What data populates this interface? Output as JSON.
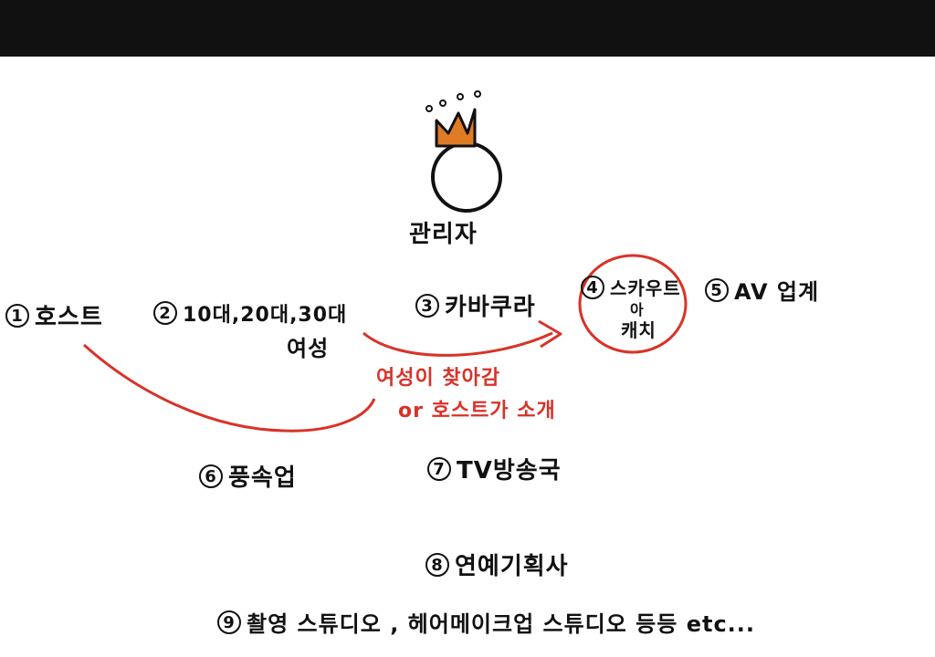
{
  "center": {
    "label": "관리자"
  },
  "nodes": [
    {
      "num": "1",
      "label": "호스트"
    },
    {
      "num": "2",
      "label": "10대,20대,30대",
      "label2": "여성"
    },
    {
      "num": "3",
      "label": "카바쿠라"
    },
    {
      "num": "4",
      "label": "스카우트",
      "label2": "아",
      "label3": "캐치"
    },
    {
      "num": "5",
      "label": "AV 업계"
    },
    {
      "num": "6",
      "label": "풍속업"
    },
    {
      "num": "7",
      "label": "TV방송국"
    },
    {
      "num": "8",
      "label": "연예기획사"
    },
    {
      "num": "9",
      "label": "촬영 스튜디오 , 헤어메이크업 스튜디오   등등 etc..."
    }
  ],
  "annotations": {
    "line1": "여성이 찾아감",
    "line2": "or 호스트가 소개"
  },
  "colors": {
    "ink": "#111111",
    "accent": "#d93228",
    "crown": "#e07b25"
  }
}
